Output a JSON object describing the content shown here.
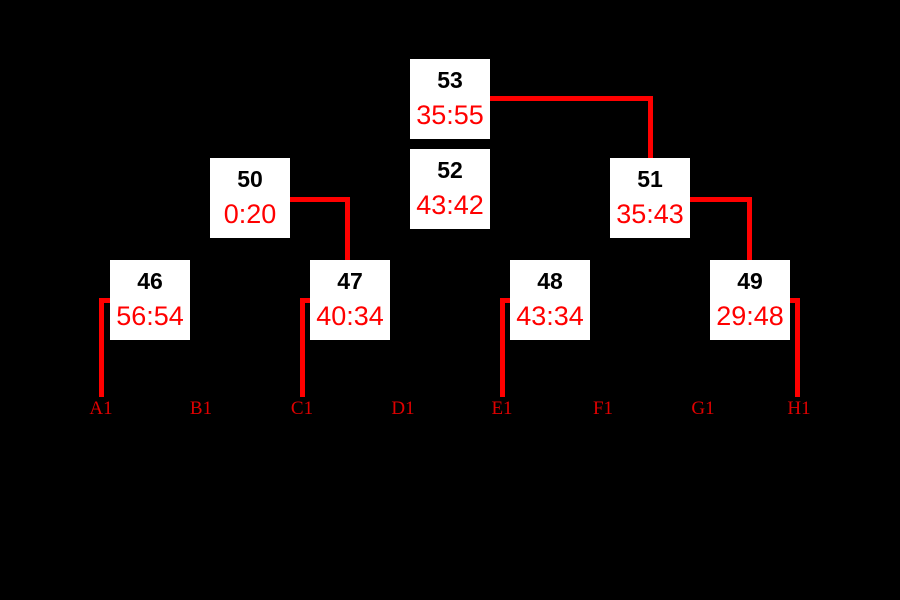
{
  "colors": {
    "background": "#000000",
    "line": "#ff0000",
    "box_bg": "#ffffff",
    "match_number": "#000000",
    "match_time": "#ff0000",
    "slot_label": "#e00000"
  },
  "matches": {
    "m53": {
      "number": "53",
      "time": "35:55"
    },
    "m52": {
      "number": "52",
      "time": "43:42"
    },
    "m50": {
      "number": "50",
      "time": "0:20"
    },
    "m51": {
      "number": "51",
      "time": "35:43"
    },
    "m46": {
      "number": "46",
      "time": "56:54"
    },
    "m47": {
      "number": "47",
      "time": "40:34"
    },
    "m48": {
      "number": "48",
      "time": "43:34"
    },
    "m49": {
      "number": "49",
      "time": "29:48"
    }
  },
  "slots": [
    "A1",
    "B1",
    "C1",
    "D1",
    "E1",
    "F1",
    "G1",
    "H1"
  ],
  "connections": [
    "53-from-51",
    "50-from-47",
    "51-from-49",
    "46-from-A1",
    "47-from-C1",
    "48-from-E1",
    "49-from-H1"
  ]
}
